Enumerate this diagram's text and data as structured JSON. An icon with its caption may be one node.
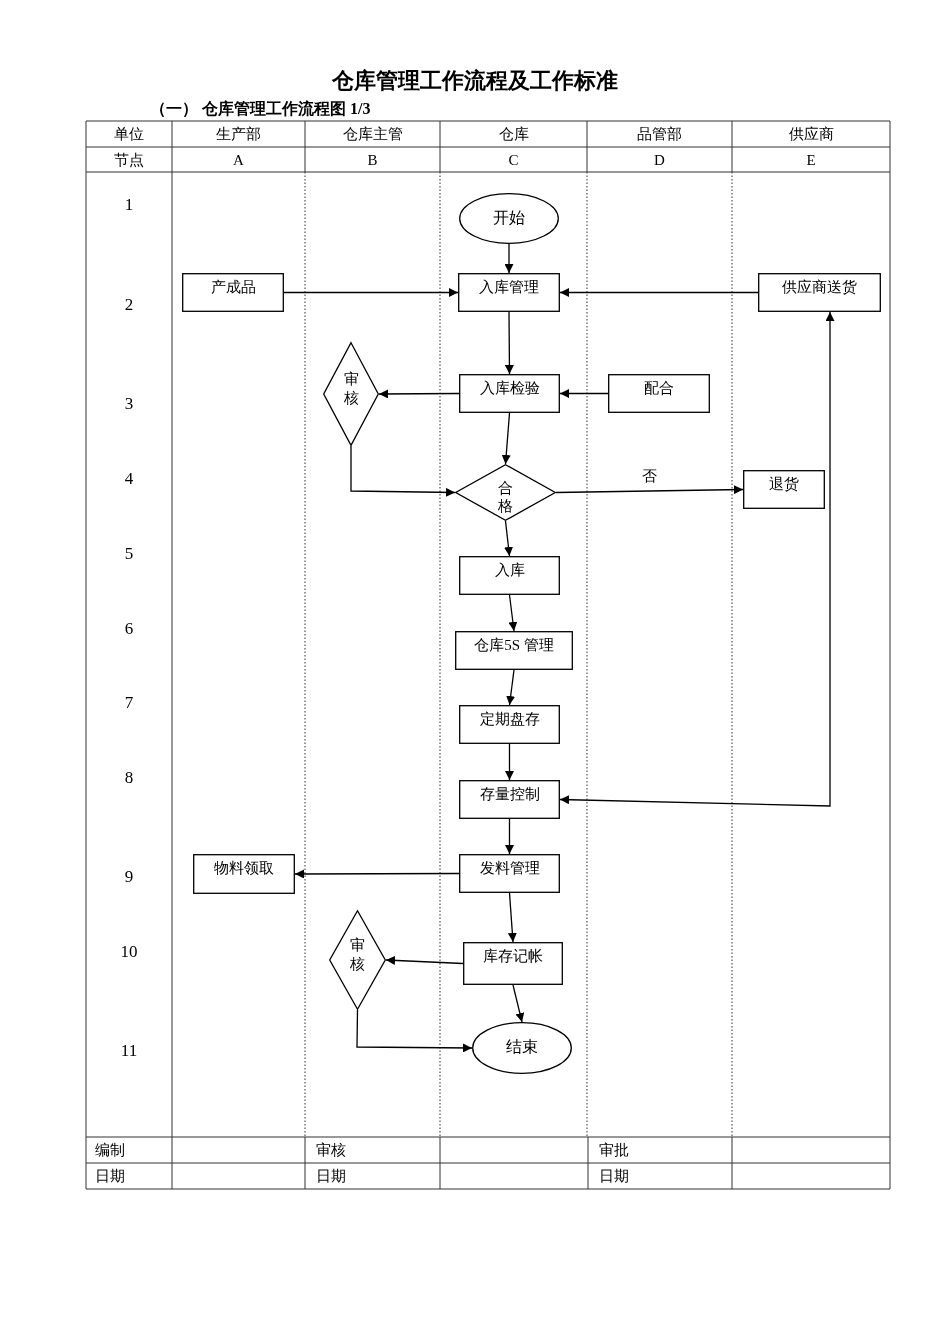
{
  "diagram": {
    "title": "仓库管理工作流程及工作标准",
    "nodes": [
      {
        "text": [
          "开始"
        ]
      },
      {
        "text": [
          "产成品"
        ]
      },
      {
        "text": [
          "入库管理"
        ]
      },
      {
        "text": [
          "供应商送货"
        ]
      },
      {
        "text": [
          "审核"
        ]
      },
      {
        "text": [
          "入库检验"
        ]
      },
      {
        "text": [
          "配合"
        ]
      },
      {
        "text": [
          "合格"
        ]
      },
      {
        "text": [
          "退货"
        ]
      },
      {
        "text": [
          "入库"
        ]
      },
      {
        "text": [
          "仓库5S 管理"
        ]
      },
      {
        "text": [
          "定期盘存"
        ]
      },
      {
        "text": [
          "存量控制"
        ]
      },
      {
        "text": [
          "物料领取"
        ]
      },
      {
        "text": [
          "发料管理"
        ]
      },
      {
        "text": [
          "审核"
        ]
      },
      {
        "text": [
          "库存记帐"
        ]
      },
      {
        "text": [
          "结束"
        ]
      }
    ],
    "edges": [
      {
        "from": 0,
        "to": 2,
        "arrow": "to"
      },
      {
        "from": 1,
        "to": 2,
        "arrow": "to"
      },
      {
        "from": 3,
        "to": 2,
        "arrow": "to"
      },
      {
        "from": 2,
        "to": 5,
        "arrow": "to"
      },
      {
        "from": 6,
        "to": 5,
        "arrow": "to"
      },
      {
        "from": 5,
        "to": 4,
        "arrow": "to"
      },
      {
        "from": 4,
        "to": 7,
        "arrow": "to"
      },
      {
        "from": 5,
        "to": 7,
        "arrow": "to"
      },
      {
        "from": 7,
        "to": 8,
        "arrow": "to",
        "label": "否"
      },
      {
        "from": 7,
        "to": 9,
        "arrow": "to"
      },
      {
        "from": 9,
        "to": 10,
        "arrow": "to"
      },
      {
        "from": 10,
        "to": 11,
        "arrow": "to"
      },
      {
        "from": 11,
        "to": 12,
        "arrow": "to"
      },
      {
        "from": 12,
        "to": 3,
        "arrow": "both"
      },
      {
        "from": 12,
        "to": 14,
        "arrow": "to"
      },
      {
        "from": 14,
        "to": 13,
        "arrow": "to"
      },
      {
        "from": 14,
        "to": 16,
        "arrow": "to"
      },
      {
        "from": 16,
        "to": 15,
        "arrow": "to"
      },
      {
        "from": 15,
        "to": 17,
        "arrow": "to"
      },
      {
        "from": 16,
        "to": 17,
        "arrow": "to"
      }
    ],
    "labels": [
      "（一） 仓库管理工作流程图 1/3",
      "单位",
      "生产部",
      "仓库主管",
      "仓库",
      "品管部",
      "供应商",
      "节点",
      "A",
      "B",
      "C",
      "D",
      "E",
      "1",
      "2",
      "3",
      "4",
      "5",
      "6",
      "7",
      "8",
      "9",
      "10",
      "11",
      "编制",
      "审核",
      "审批",
      "日期",
      "日期",
      "日期"
    ]
  }
}
